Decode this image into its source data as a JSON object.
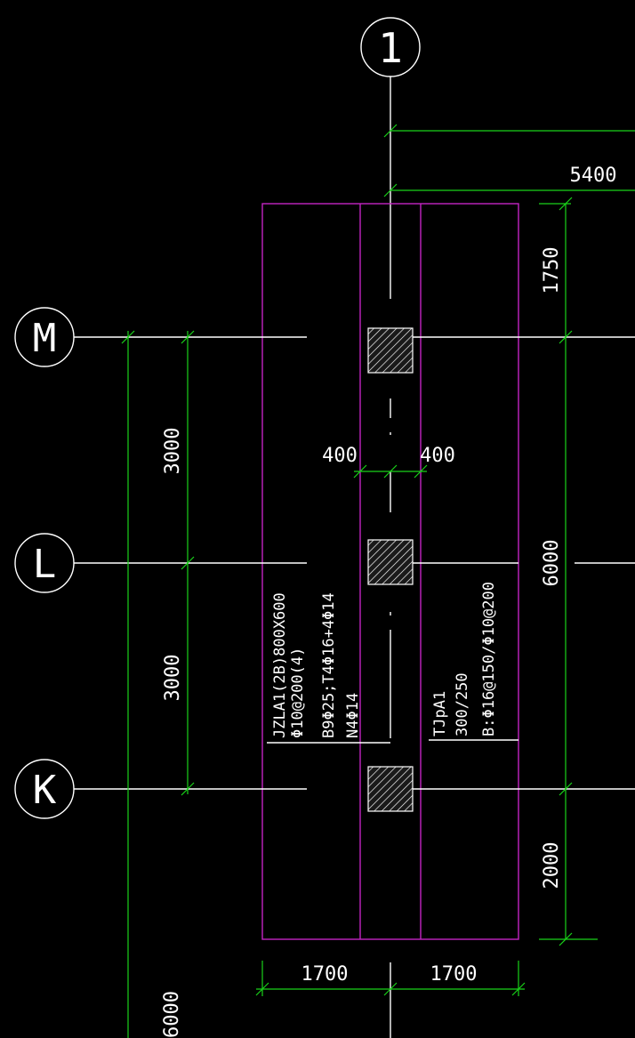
{
  "colors": {
    "background": "#000000",
    "axis_lines": "#ffffff",
    "dimension_lines": "#19d219",
    "footing_outline": "#c224c2",
    "hatch": "#ffffff"
  },
  "axes": {
    "vertical": [
      "1"
    ],
    "horizontal": [
      "M",
      "L",
      "K"
    ]
  },
  "dimensions": {
    "top_span": "5400",
    "right_top": "1750",
    "right_middle": "6000",
    "right_bottom": "2000",
    "left_upper": "3000",
    "left_lower": "3000",
    "left_bottom_partial": "6000",
    "column_width_left": "400",
    "column_width_right": "400",
    "bottom_left": "1700",
    "bottom_right": "1700"
  },
  "beam_annotation": {
    "line1": "JZLA1(2B)800X600",
    "line2": "Φ10@200(4)",
    "line3": "B9Φ25;T4Φ16+4Φ14",
    "line4": "N4Φ14"
  },
  "footing_annotation": {
    "line1": "TJpA1",
    "line2": "300/250",
    "line3": "B:Φ16@150/Φ10@200"
  }
}
